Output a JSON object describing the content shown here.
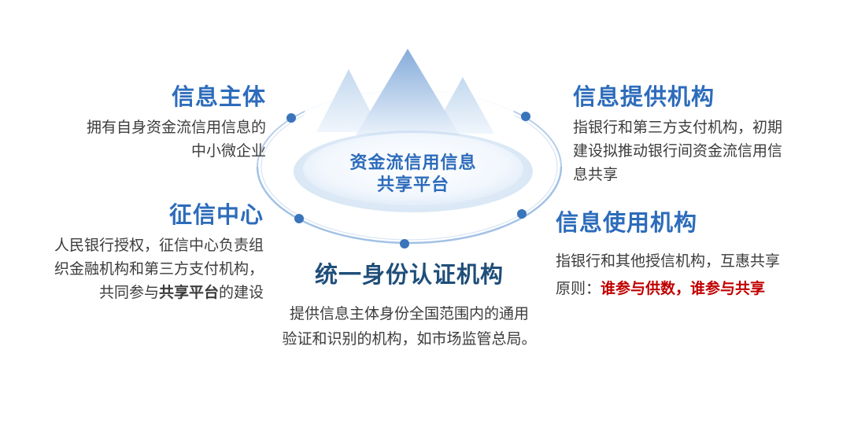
{
  "center": {
    "line1": "资金流信用信息",
    "line2": "共享平台"
  },
  "sections": {
    "info_subject": {
      "heading": "信息主体",
      "lines": [
        "拥有自身资金流信用信息的",
        "中小微企业"
      ]
    },
    "credit_center": {
      "heading": "征信中心",
      "lines": [
        "人民银行授权，征信中心负责组",
        "织金融机构和第三方支付机构，"
      ],
      "line3": {
        "prefix": "共同参与",
        "bold": "共享平台",
        "suffix": "的建设"
      }
    },
    "identity_auth": {
      "heading": "统一身份认证机构",
      "lines": [
        "提供信息主体身份全国范围内的通用",
        "验证和识别的机构，如市场监管总局。"
      ]
    },
    "info_provider": {
      "heading": "信息提供机构",
      "lines": [
        "指银行和第三方支付机构，初期",
        "建设拟推动银行间资金流信用信",
        "息共享"
      ]
    },
    "info_user": {
      "heading": "信息使用机构",
      "line1": "指银行和其他授信机构，互惠共享",
      "line2_prefix": "原则：",
      "line2_red": "谁参与供数，谁参与共享"
    }
  },
  "colors": {
    "heading_blue": "#2d6cbb",
    "heading_navy": "#1f4e79",
    "body_text": "#3c3c3c",
    "red_accent": "#c00000",
    "dot_blue": "#3a74ba",
    "ring_blue": "#b6cde9",
    "mountain_blue": "#85abda",
    "platform_edge": "#cddff3"
  }
}
